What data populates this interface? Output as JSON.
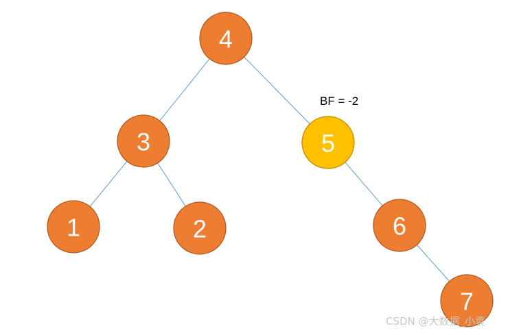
{
  "colors": {
    "node_fill": "#ed7d31",
    "node_stroke": "#ae5a21",
    "highlight_fill": "#ffc000",
    "highlight_stroke": "#bc8c00",
    "edge": "#5b9bd5"
  },
  "nodes": [
    {
      "id": "4",
      "label": "4",
      "highlight": false
    },
    {
      "id": "3",
      "label": "3",
      "highlight": false
    },
    {
      "id": "5",
      "label": "5",
      "highlight": true
    },
    {
      "id": "1",
      "label": "1",
      "highlight": false
    },
    {
      "id": "2",
      "label": "2",
      "highlight": false
    },
    {
      "id": "6",
      "label": "6",
      "highlight": false
    },
    {
      "id": "7",
      "label": "7",
      "highlight": false
    }
  ],
  "edges": [
    {
      "from": "4",
      "to": "3"
    },
    {
      "from": "4",
      "to": "5"
    },
    {
      "from": "3",
      "to": "1"
    },
    {
      "from": "3",
      "to": "2"
    },
    {
      "from": "5",
      "to": "6"
    },
    {
      "from": "6",
      "to": "7"
    }
  ],
  "annotation": {
    "text": "BF = -2",
    "target": "5"
  },
  "watermark": {
    "text": "CSDN @大数据_小袁"
  }
}
